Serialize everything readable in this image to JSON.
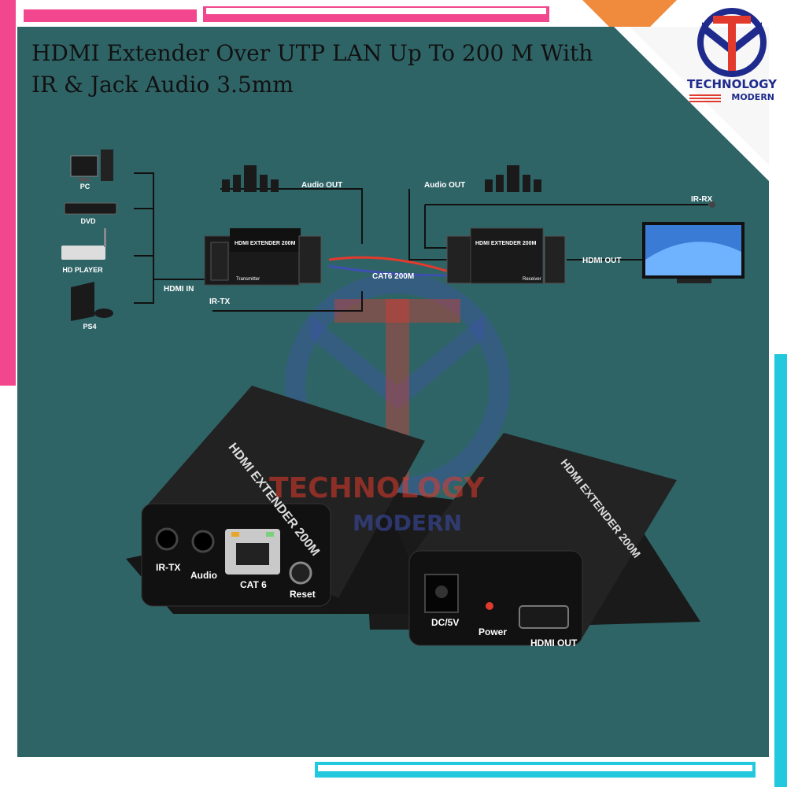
{
  "title": {
    "line1": "HDMI Extender Over UTP LAN Up To 200 M With",
    "line2": "IR & Jack Audio 3.5mm"
  },
  "brand": {
    "name_top": "TECHNOLOGY",
    "name_bottom": "MODERN",
    "watermark_top": "TECHNOLOGY",
    "watermark_bottom": "MODERN"
  },
  "diagram": {
    "devices": [
      "PC",
      "DVD",
      "HD PLAYER",
      "PS4"
    ],
    "transmitter_label": "HDMI EXTENDER 200M",
    "transmitter_sub": "Transmitter",
    "receiver_label": "HDMI EXTENDER 200M",
    "receiver_sub": "Receiver",
    "hdmi_in": "HDMI IN",
    "ir_tx": "IR-TX",
    "audio_out_left": "Audio OUT",
    "audio_out_right": "Audio OUT",
    "cable": "CAT6 200M",
    "ir_rx": "IR-RX",
    "hdmi_out": "HDMI OUT"
  },
  "product": {
    "tx_top_label": "HDMI EXTENDER 200M",
    "tx_ports": [
      "IR-TX",
      "Audio",
      "CAT 6",
      "Reset"
    ],
    "rx_top_label": "HDMI EXTENDER 200M",
    "rx_ports": [
      "DC/5V",
      "Power",
      "HDMI OUT"
    ]
  },
  "colors": {
    "panel": "#2f6467",
    "pink": "#f2478e",
    "cyan": "#22c8de",
    "orange": "#f08a3c",
    "brand_blue": "#1e2a8c",
    "brand_red": "#e23a2c"
  }
}
